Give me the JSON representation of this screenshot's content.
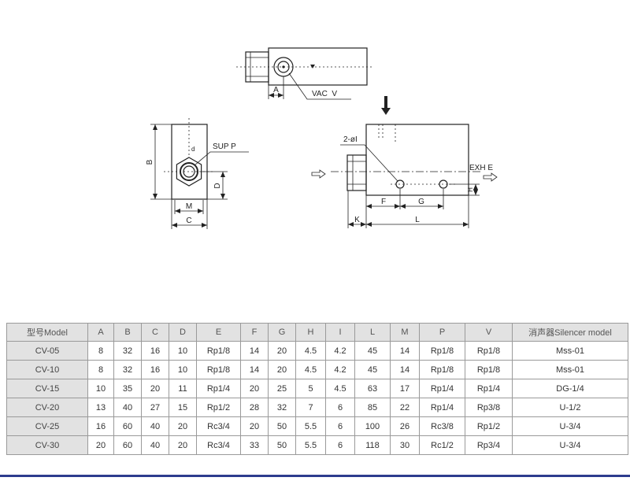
{
  "drawing": {
    "top_view": {
      "vac_label": "VAC  V",
      "dim_a": "A"
    },
    "side_view": {
      "supply_label": "SUP P",
      "port_label": "d",
      "dim_b": "B",
      "dim_d": "D",
      "dim_m": "M",
      "dim_c": "C"
    },
    "front_view": {
      "holes_label": "2-øI",
      "exhaust_label": "EXH E",
      "dim_h": "H",
      "dim_f": "F",
      "dim_g": "G",
      "dim_k": "K",
      "dim_l": "L"
    }
  },
  "table": {
    "headers": [
      "型号Model",
      "A",
      "B",
      "C",
      "D",
      "E",
      "F",
      "G",
      "H",
      "I",
      "L",
      "M",
      "P",
      "V",
      "消声器Silencer model"
    ],
    "rows": [
      {
        "model": "CV-05",
        "values": [
          8,
          32,
          16,
          10,
          "Rp1/8",
          14,
          20,
          4.5,
          4.2,
          45,
          14,
          "Rp1/8",
          "Rp1/8",
          "Mss-01"
        ]
      },
      {
        "model": "CV-10",
        "values": [
          8,
          32,
          16,
          10,
          "Rp1/8",
          14,
          20,
          4.5,
          4.2,
          45,
          14,
          "Rp1/8",
          "Rp1/8",
          "Mss-01"
        ]
      },
      {
        "model": "CV-15",
        "values": [
          10,
          35,
          20,
          11,
          "Rp1/4",
          20,
          25,
          5,
          4.5,
          63,
          17,
          "Rp1/4",
          "Rp1/4",
          "DG-1/4"
        ]
      },
      {
        "model": "CV-20",
        "values": [
          13,
          40,
          27,
          15,
          "Rp1/2",
          28,
          32,
          7,
          6,
          85,
          22,
          "Rp1/4",
          "Rp3/8",
          "U-1/2"
        ]
      },
      {
        "model": "CV-25",
        "values": [
          16,
          60,
          40,
          20,
          "Rc3/4",
          20,
          50,
          5.5,
          6,
          100,
          26,
          "Rc3/8",
          "Rp1/2",
          "U-3/4"
        ]
      },
      {
        "model": "CV-30",
        "values": [
          20,
          60,
          40,
          20,
          "Rc3/4",
          33,
          50,
          5.5,
          6,
          118,
          30,
          "Rc1/2",
          "Rp3/4",
          "U-3/4"
        ]
      }
    ]
  },
  "colors": {
    "line": "#222222",
    "header_bg": "#e2e2e2",
    "border": "#9a9a9a",
    "bottom_bar": "#2d3c8e"
  }
}
